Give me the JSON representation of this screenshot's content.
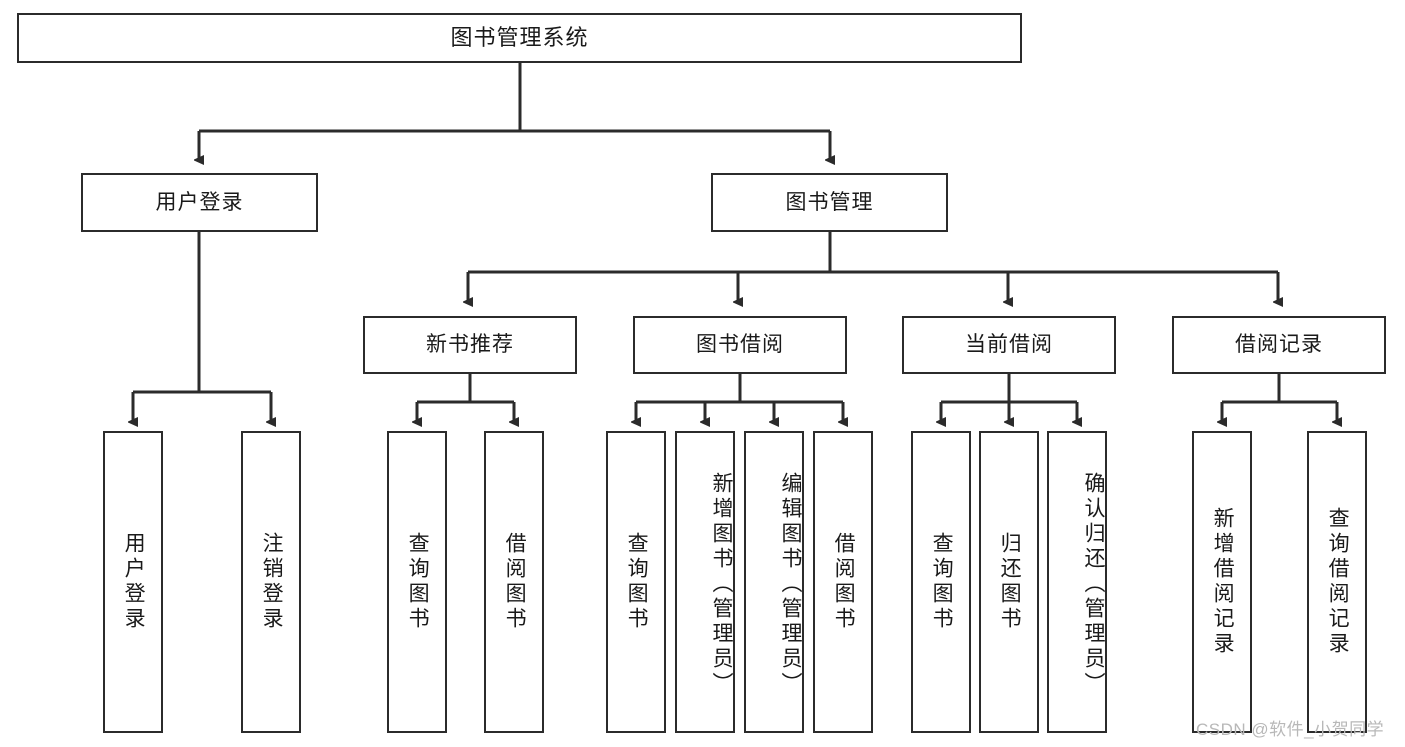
{
  "diagram": {
    "title": "图书管理系统",
    "root": {
      "label": "图书管理系统"
    },
    "level2": [
      {
        "label": "用户登录"
      },
      {
        "label": "图书管理"
      }
    ],
    "level3": [
      {
        "label": "新书推荐"
      },
      {
        "label": "图书借阅"
      },
      {
        "label": "当前借阅"
      },
      {
        "label": "借阅记录"
      }
    ],
    "leaves": {
      "user_login": [
        {
          "label": "用户登录"
        },
        {
          "label": "注销登录"
        }
      ],
      "new_book": [
        {
          "label": "查询图书"
        },
        {
          "label": "借阅图书"
        }
      ],
      "book_borrow": [
        {
          "label": "查询图书"
        },
        {
          "label": "新增图书（管理员）"
        },
        {
          "label": "编辑图书（管理员）"
        },
        {
          "label": "借阅图书"
        }
      ],
      "current_borrow": [
        {
          "label": "查询图书"
        },
        {
          "label": "归还图书"
        },
        {
          "label": "确认归还（管理员）"
        }
      ],
      "borrow_record": [
        {
          "label": "新增借阅记录"
        },
        {
          "label": "查询借阅记录"
        }
      ]
    }
  },
  "watermark": {
    "text": "CSDN @软件_小贺同学"
  },
  "colors": {
    "stroke": "#2b2b2b",
    "background": "#ffffff",
    "text": "#1a1a1a",
    "watermark": "#b8b8b8"
  }
}
